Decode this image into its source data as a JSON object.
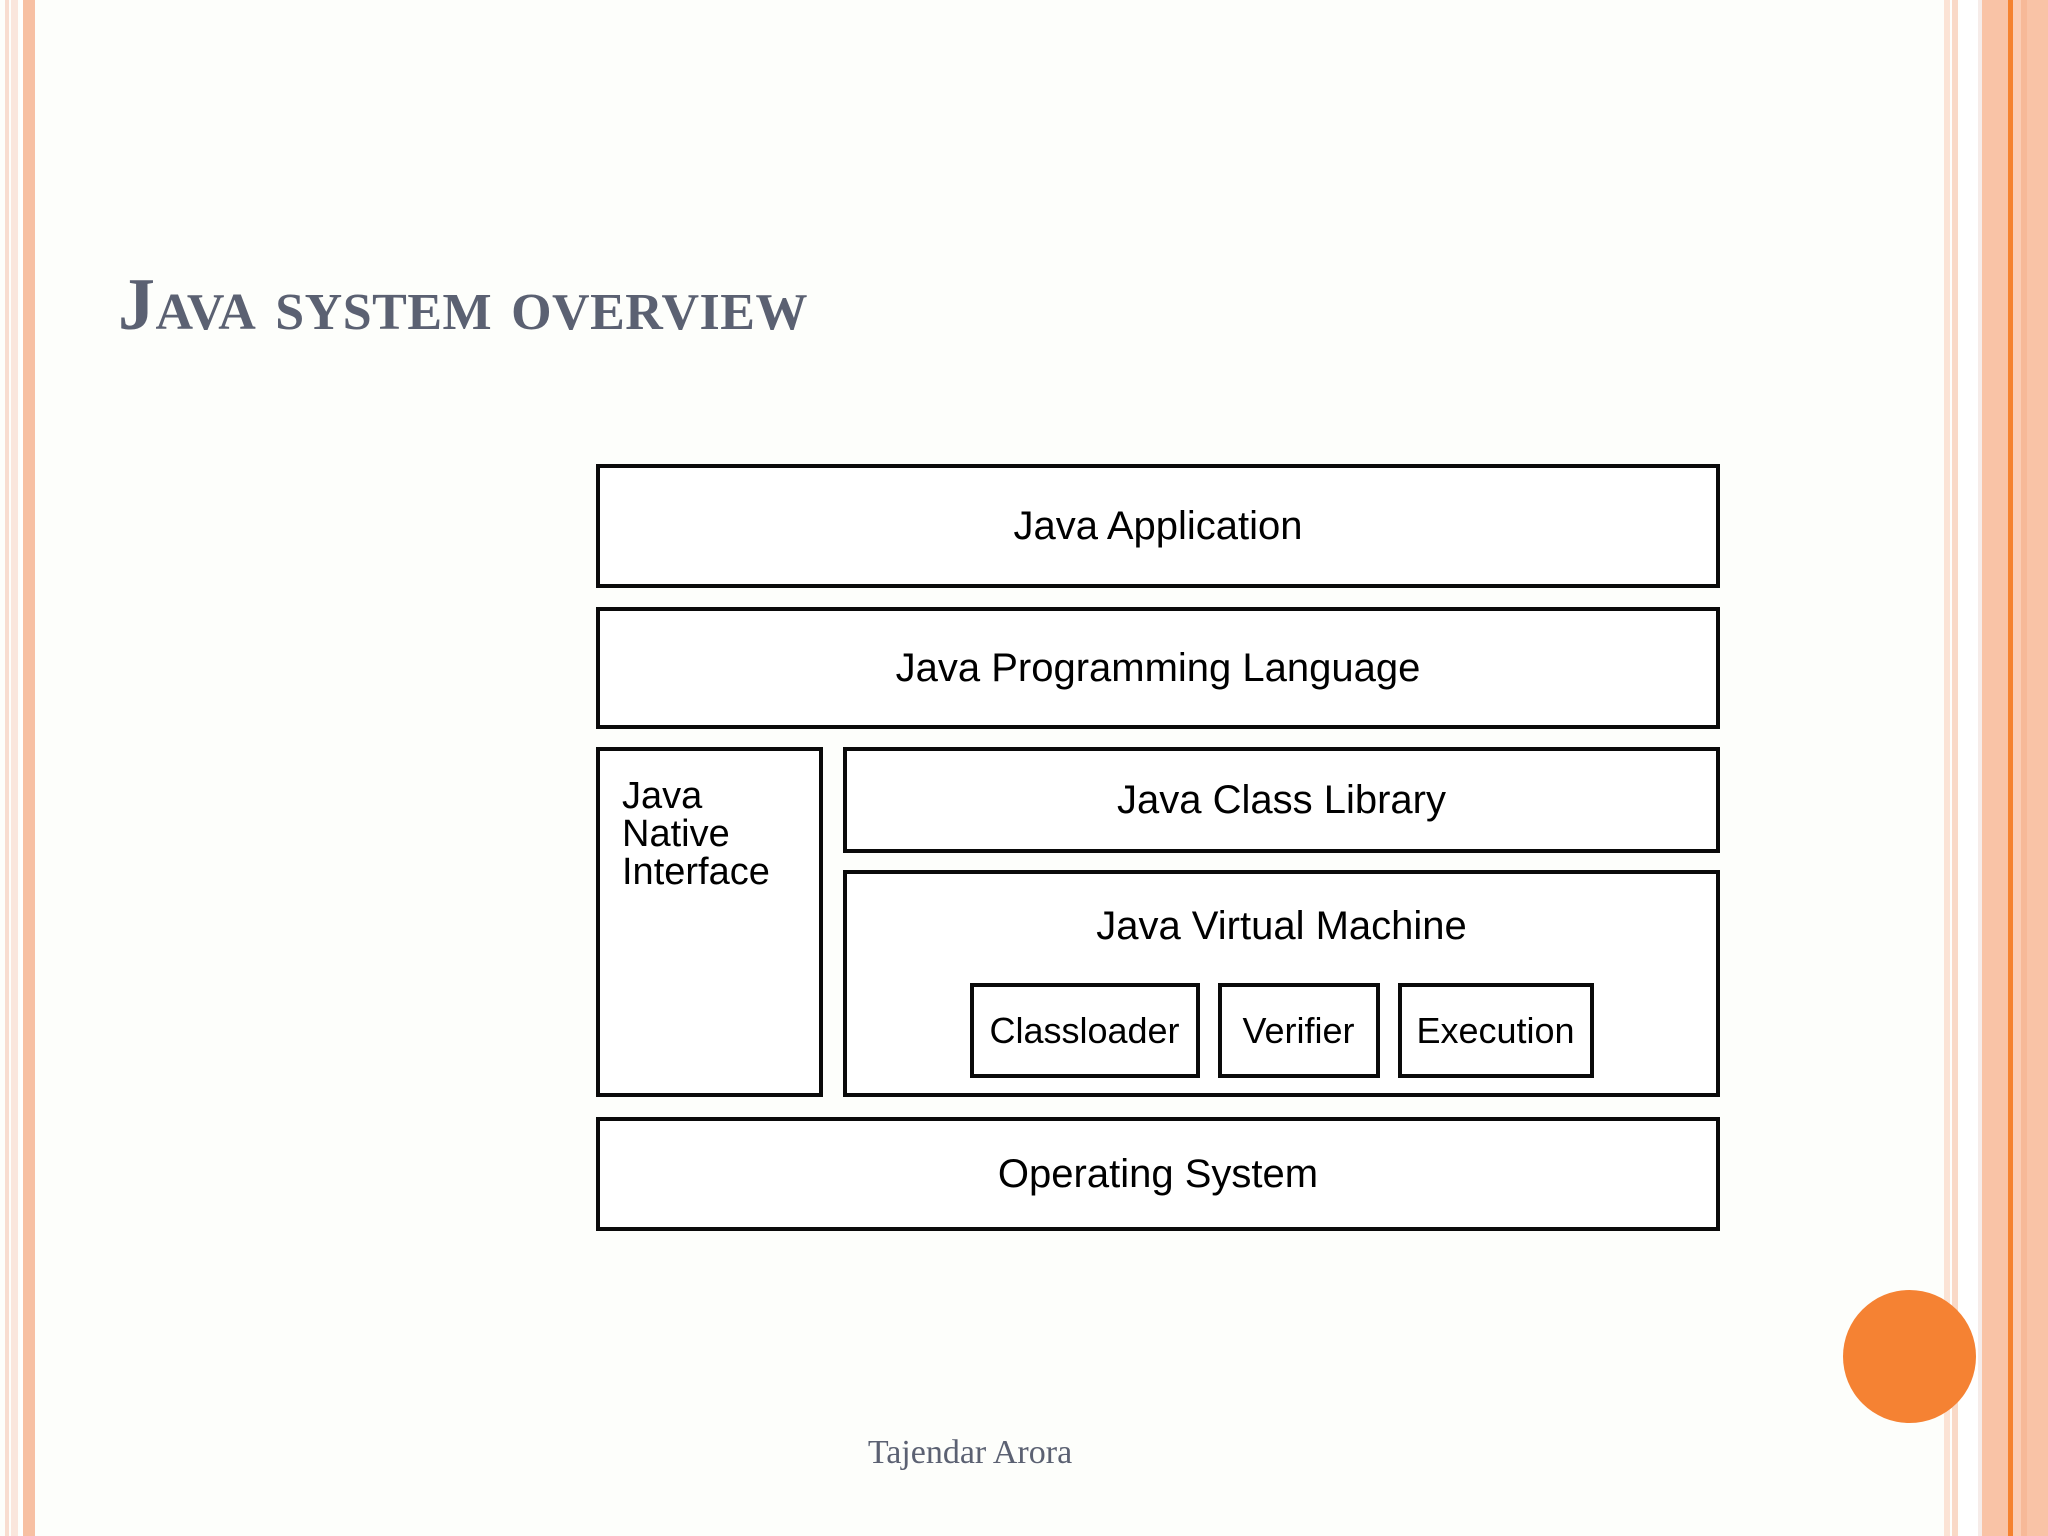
{
  "slide": {
    "title": "Java system overview",
    "footer_author": "Tajendar Arora",
    "background_color": "#fdfefb",
    "title_color": "#5b6172",
    "accent_color": "#f58233",
    "stripe_colors": [
      "#f8ddd0",
      "#fae6dc",
      "#f7c0a3",
      "#f9c3a6",
      "#f5822f",
      "#fbcdb4",
      "#f7b998"
    ],
    "decor": {
      "circle_name": "orange-circle-accent",
      "left_stripes_name": "left-edge-stripes",
      "right_stripes_name": "right-edge-stripes"
    }
  },
  "diagram": {
    "name": "java-system-stack-diagram",
    "layers": {
      "application": "Java Application",
      "language": "Java Programming Language",
      "native_interface": {
        "line1": "Java",
        "line2": "Native",
        "line3": "Interface"
      },
      "class_library": "Java Class Library",
      "virtual_machine": "Java Virtual Machine",
      "vm_components": [
        "Classloader",
        "Verifier",
        "Execution"
      ],
      "operating_system": "Operating System"
    }
  }
}
